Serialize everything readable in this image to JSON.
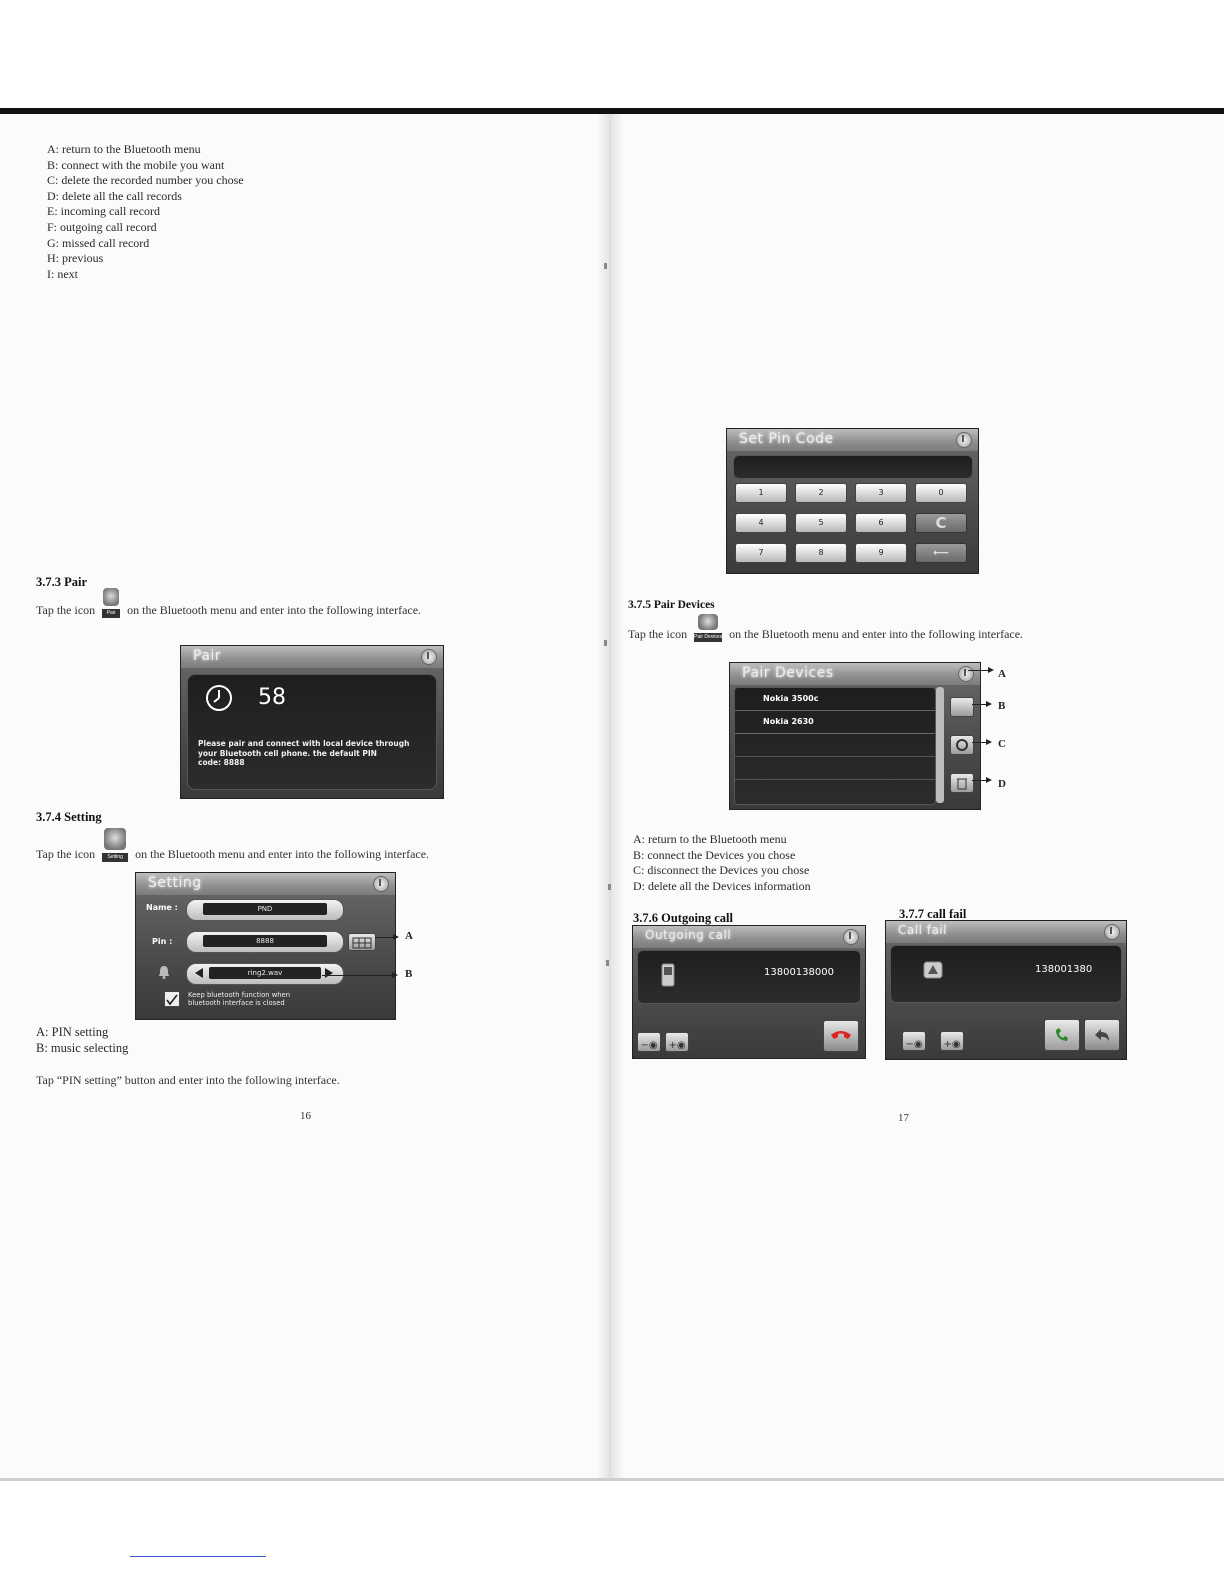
{
  "left_page": {
    "legend_items": [
      "A: return to the Bluetooth menu",
      "B: connect with the mobile you want",
      "C: delete the recorded number you chose",
      "D: delete all the call records",
      "E: incoming call record",
      "F: outgoing call record",
      "G: missed call record",
      "H: previous",
      "I: next"
    ],
    "pair_heading": "3.7.3 Pair",
    "pair_tap_before": "Tap the icon",
    "pair_tap_after": "on the Bluetooth menu and enter into the following interface.",
    "pair_icon_label": "Pair",
    "pair_screen": {
      "title": "Pair",
      "countdown": "58",
      "message_line1": "Please pair and connect with local device through",
      "message_line2": "your Bluetooth cell phone. the default PIN",
      "message_line3": "code: 8888"
    },
    "setting_heading": "3.7.4 Setting",
    "setting_tap_before": "Tap the icon",
    "setting_tap_after": "on the Bluetooth menu and enter into the following interface.",
    "setting_icon_label": "Setting",
    "setting_screen": {
      "title": "Setting",
      "name_label": "Name :",
      "name_value": "PND",
      "pin_label": "Pin :",
      "pin_value": "8888",
      "ring_value": "ring2.wav",
      "checkbox_line1": "Keep bluetooth function when",
      "checkbox_line2": "bluetooth interface is closed"
    },
    "callout_a": "A",
    "callout_b": "B",
    "notes": [
      "A: PIN setting",
      "B: music selecting"
    ],
    "tap_pin_setting": "Tap “PIN setting” button and enter into the following interface.",
    "page_number": "16"
  },
  "right_page": {
    "pin_screen": {
      "title": "Set Pin Code",
      "keys": [
        "1",
        "2",
        "3",
        "0",
        "4",
        "5",
        "6",
        "C",
        "7",
        "8",
        "9",
        "⟵"
      ]
    },
    "pair_devices_heading": "3.7.5 Pair Devices",
    "pair_devices_tap_before": "Tap the icon",
    "pair_devices_tap_after": "on the Bluetooth menu and enter into the following interface.",
    "pair_devices_icon_label": "Pair Devices",
    "pair_devices_screen": {
      "title": "Pair Devices",
      "devices": [
        "Nokia 3500c",
        "Nokia 2630"
      ]
    },
    "callouts": [
      "A",
      "B",
      "C",
      "D"
    ],
    "legend_items": [
      "A: return to the Bluetooth menu",
      "B: connect the Devices you chose",
      "C: disconnect the Devices you chose",
      "D: delete all the Devices information"
    ],
    "outgoing_heading": "3.7.6 Outgoing call",
    "outgoing_screen": {
      "title": "Outgoing call",
      "number": "13800138000"
    },
    "callfail_heading": "3.7.7 call fail",
    "callfail_screen": {
      "title": "Call fail",
      "number": "138001380"
    },
    "page_number": "17"
  }
}
